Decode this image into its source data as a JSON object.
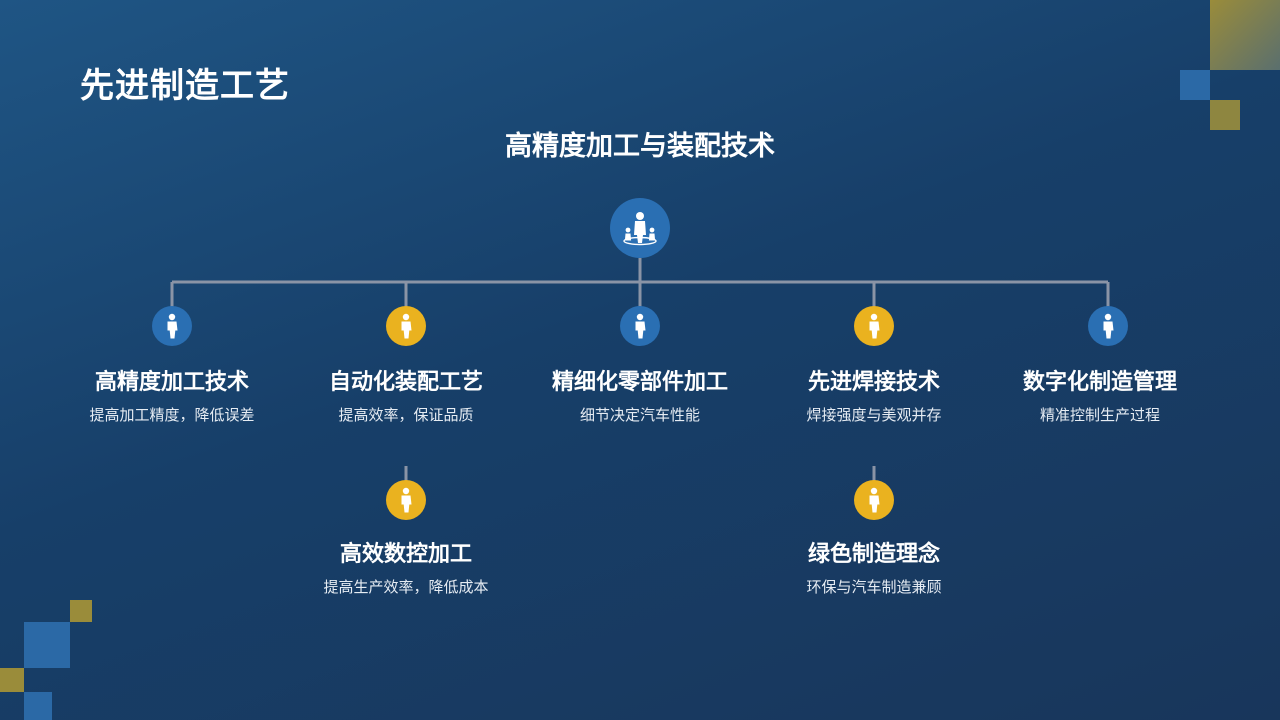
{
  "page": {
    "title": "先进制造工艺"
  },
  "diagram": {
    "root": {
      "title": "高精度加工与装配技术",
      "icon": "team-leader-icon",
      "color": "#2a6fb3"
    },
    "children": [
      {
        "title": "高精度加工技术",
        "subtitle": "提高加工精度，降低误差",
        "icon": "person-icon",
        "color": "#2a6fb3"
      },
      {
        "title": "自动化装配工艺",
        "subtitle": "提高效率，保证品质",
        "icon": "person-icon",
        "color": "#eab21f",
        "children": [
          {
            "title": "高效数控加工",
            "subtitle": "提高生产效率，降低成本",
            "icon": "person-icon",
            "color": "#eab21f"
          }
        ]
      },
      {
        "title": "精细化零部件加工",
        "subtitle": "细节决定汽车性能",
        "icon": "person-icon",
        "color": "#2a6fb3"
      },
      {
        "title": "先进焊接技术",
        "subtitle": "焊接强度与美观并存",
        "icon": "person-icon",
        "color": "#eab21f",
        "children": [
          {
            "title": "绿色制造理念",
            "subtitle": "环保与汽车制造兼顾",
            "icon": "person-icon",
            "color": "#eab21f"
          }
        ]
      },
      {
        "title": "数字化制造管理",
        "subtitle": "精准控制生产过程",
        "icon": "person-icon",
        "color": "#2a6fb3"
      }
    ]
  },
  "colors": {
    "connector": "#8a94a6",
    "accent_blue": "#2a6fb3",
    "accent_gold": "#eab21f",
    "background_top": "#1f5584",
    "background_bottom": "#18365b"
  }
}
